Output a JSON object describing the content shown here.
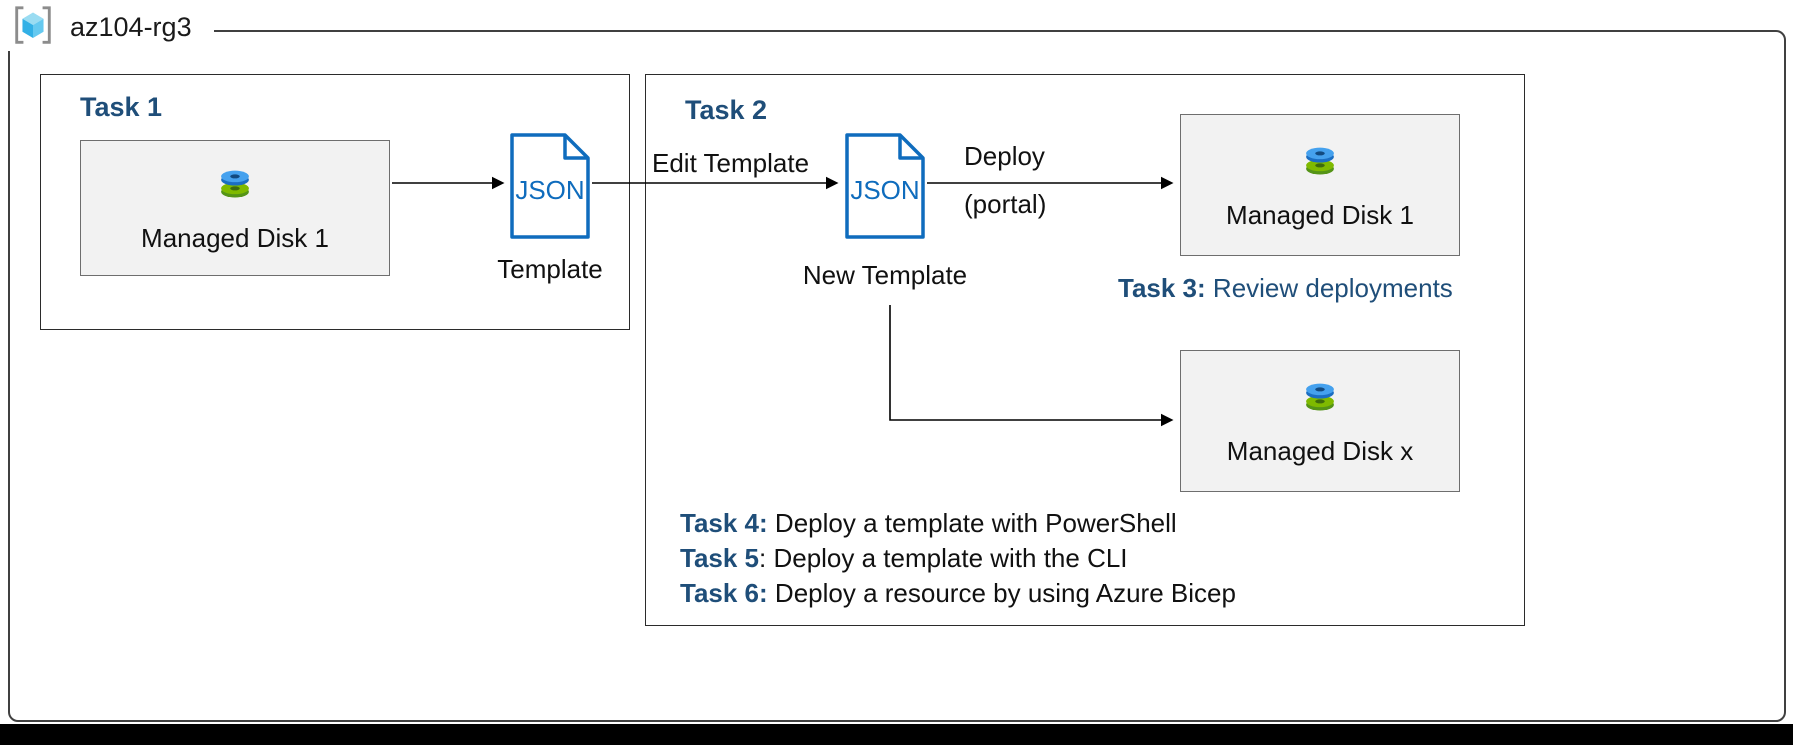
{
  "resource_group": {
    "name": "az104-rg3"
  },
  "task1": {
    "label": "Task 1",
    "managed_disk": {
      "label": "Managed Disk 1"
    },
    "template": {
      "icon_text": "JSON",
      "caption": "Template"
    }
  },
  "task2": {
    "label": "Task 2",
    "edit_template_label": "Edit Template",
    "new_template": {
      "icon_text": "JSON",
      "caption": "New Template"
    },
    "deploy_label": {
      "line1": "Deploy",
      "line2": "(portal)"
    },
    "managed_disk_1": {
      "label": "Managed Disk 1"
    },
    "task3": {
      "bold": "Task 3:",
      "rest": " Review deployments"
    },
    "managed_disk_x": {
      "label": "Managed Disk x"
    },
    "bottom_tasks": [
      {
        "bold": "Task 4:",
        "rest": " Deploy a template with PowerShell"
      },
      {
        "bold": "Task 5",
        "rest": ": Deploy a template with the CLI"
      },
      {
        "bold": "Task 6:",
        "rest": " Deploy a resource by using Azure Bicep"
      }
    ]
  },
  "colors": {
    "task_heading": "#1f4e79",
    "json_icon_blue": "#0f6cbd",
    "disk_blue": "#45a1ee",
    "disk_green": "#7fba00",
    "box_fill": "#f2f2f2"
  }
}
